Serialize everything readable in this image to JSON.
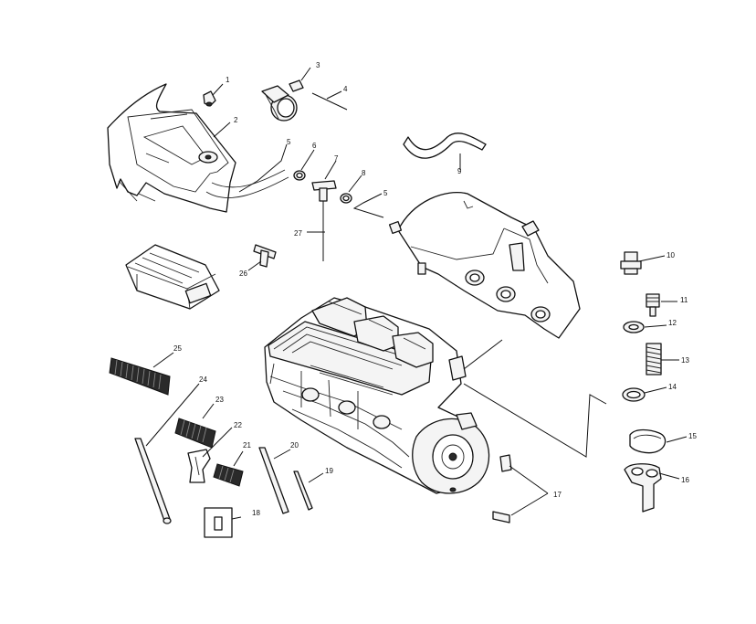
{
  "callouts": [
    {
      "id": "callout-1",
      "text": "1"
    },
    {
      "id": "callout-2",
      "text": "2"
    },
    {
      "id": "callout-3",
      "text": "3"
    },
    {
      "id": "callout-4",
      "text": "4"
    },
    {
      "id": "callout-5a",
      "text": "5"
    },
    {
      "id": "callout-5b",
      "text": "5"
    },
    {
      "id": "callout-6",
      "text": "6"
    },
    {
      "id": "callout-7",
      "text": "7"
    },
    {
      "id": "callout-8",
      "text": "8"
    },
    {
      "id": "callout-9",
      "text": "9"
    },
    {
      "id": "callout-10",
      "text": "10"
    },
    {
      "id": "callout-11",
      "text": "11"
    },
    {
      "id": "callout-12",
      "text": "12"
    },
    {
      "id": "callout-13",
      "text": "13"
    },
    {
      "id": "callout-14",
      "text": "14"
    },
    {
      "id": "callout-15",
      "text": "15"
    },
    {
      "id": "callout-16",
      "text": "16"
    },
    {
      "id": "callout-17",
      "text": "17"
    },
    {
      "id": "callout-18",
      "text": "18"
    },
    {
      "id": "callout-19",
      "text": "19"
    },
    {
      "id": "callout-20",
      "text": "20"
    },
    {
      "id": "callout-21",
      "text": "21"
    },
    {
      "id": "callout-22",
      "text": "22"
    },
    {
      "id": "callout-23",
      "text": "23"
    },
    {
      "id": "callout-24",
      "text": "24"
    },
    {
      "id": "callout-25",
      "text": "25"
    },
    {
      "id": "callout-26",
      "text": "26"
    },
    {
      "id": "callout-27",
      "text": "27"
    }
  ]
}
